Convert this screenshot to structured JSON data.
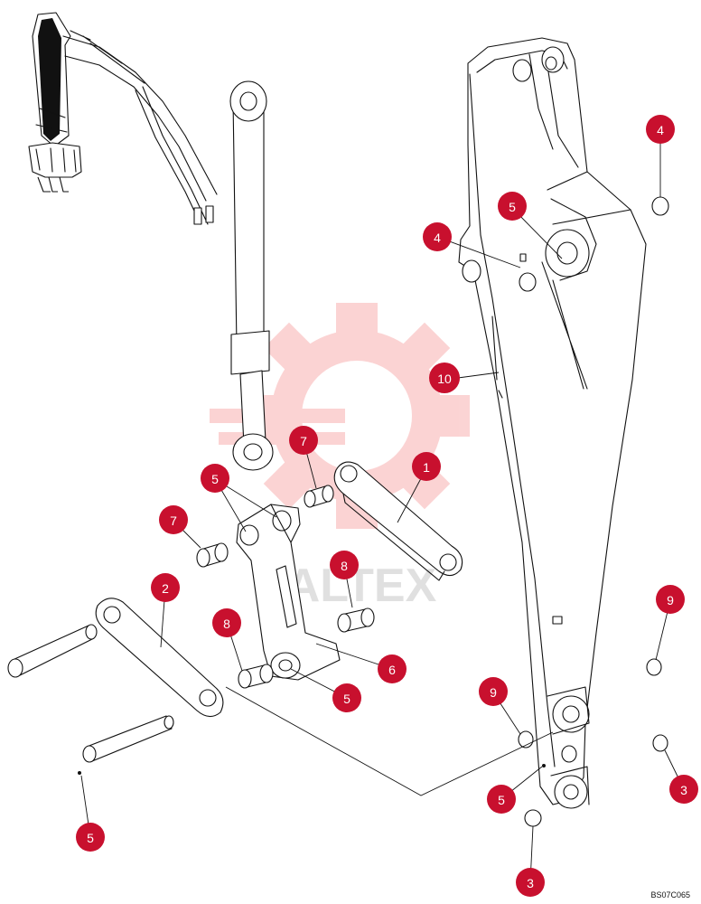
{
  "diagram": {
    "drawing_code": "BS07C065",
    "watermark_text": "ALTEX",
    "colors": {
      "callout": "#c8102e",
      "callout_text": "#ffffff",
      "line": "#111111",
      "watermark": "#ee3b3b"
    },
    "callouts": [
      {
        "id": "c1",
        "label": "1"
      },
      {
        "id": "c2",
        "label": "2"
      },
      {
        "id": "c3a",
        "label": "3"
      },
      {
        "id": "c3b",
        "label": "3"
      },
      {
        "id": "c4a",
        "label": "4"
      },
      {
        "id": "c4b",
        "label": "4"
      },
      {
        "id": "c5a",
        "label": "5"
      },
      {
        "id": "c5b",
        "label": "5"
      },
      {
        "id": "c5c",
        "label": "5"
      },
      {
        "id": "c5d",
        "label": "5"
      },
      {
        "id": "c5e",
        "label": "5"
      },
      {
        "id": "c6",
        "label": "6"
      },
      {
        "id": "c7a",
        "label": "7"
      },
      {
        "id": "c7b",
        "label": "7"
      },
      {
        "id": "c8a",
        "label": "8"
      },
      {
        "id": "c8b",
        "label": "8"
      },
      {
        "id": "c9a",
        "label": "9"
      },
      {
        "id": "c9b",
        "label": "9"
      },
      {
        "id": "c10",
        "label": "10"
      }
    ]
  }
}
